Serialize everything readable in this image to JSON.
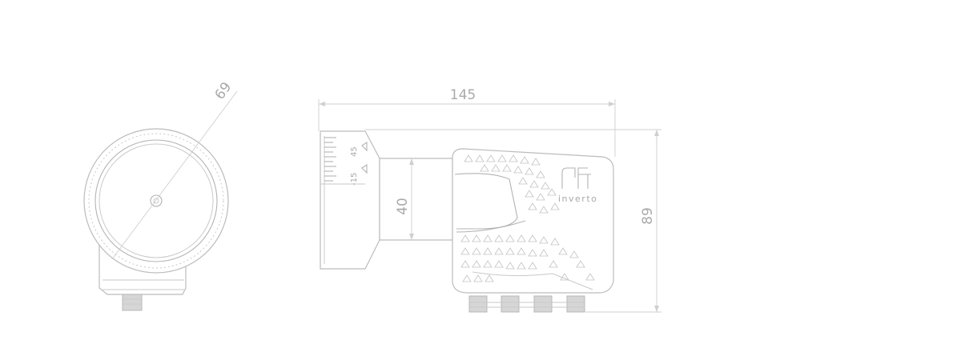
{
  "dimensions": {
    "dish_diameter": "69",
    "overall_length": "145",
    "neck_height": "40",
    "overall_height": "89"
  },
  "brand": {
    "name": "inverto"
  },
  "scale_marks": {
    "mark_a": "45",
    "mark_b": "-15"
  },
  "colors": {
    "line": "#c9c9c9",
    "text": "#a9a9a9",
    "background": "#ffffff"
  }
}
